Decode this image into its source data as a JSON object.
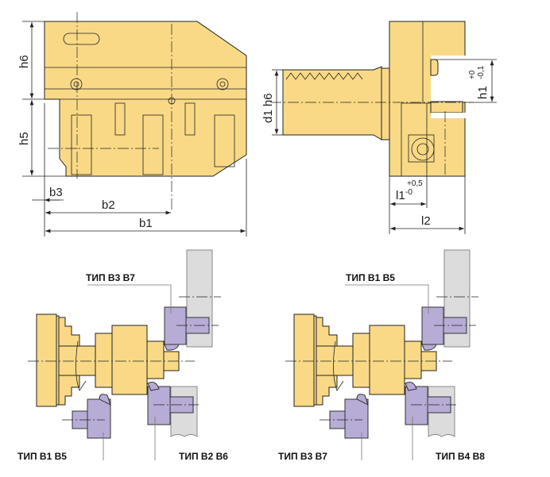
{
  "front_view": {
    "dimensions": {
      "h6": "h6",
      "h5": "h5",
      "b3": "b3",
      "b2": "b2",
      "b1": "b1"
    }
  },
  "side_view": {
    "dimensions": {
      "d1": "d1 h6",
      "h1": "h1",
      "h1_tol_upper": "+0",
      "h1_tol_lower": "-0,1",
      "l1": "l1",
      "l1_tol_upper": "+0,5",
      "l1_tol_lower": "-0",
      "l2": "l2"
    }
  },
  "left_setup": {
    "labels": {
      "top": "ТИП B3 B7",
      "bottom_left": "ТИП B1 B5",
      "bottom_right": "ТИП B2 B6"
    }
  },
  "right_setup": {
    "labels": {
      "top": "ТИП B1 B5",
      "bottom_left": "ТИП B3 B7",
      "bottom_right": "ТИП B4 B8"
    }
  },
  "colors": {
    "holder": "#f9d985",
    "tool": "#b7acd6",
    "turret": "#dcdcdc"
  }
}
